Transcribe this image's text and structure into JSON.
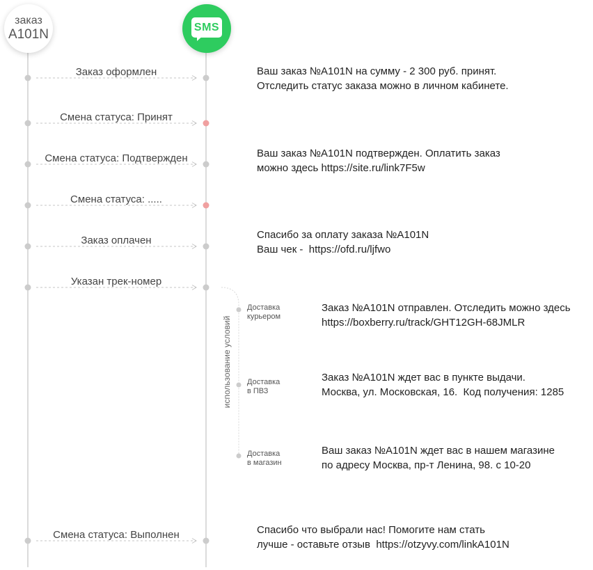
{
  "order_badge": {
    "line1": "заказ",
    "line2": "A101N"
  },
  "sms_badge": {
    "label": "SMS",
    "color": "#2ecc5f"
  },
  "events": [
    {
      "label": "Заказ оформлен",
      "dot_color": "#cccccc",
      "message": [
        "Ваш заказ №A101N на сумму - 2 300 руб. принят.",
        "Отследить статус заказа можно в личном кабинете."
      ]
    },
    {
      "label": "Смена статуса: Принят",
      "dot_color": "#f0a0a0",
      "message": []
    },
    {
      "label": "Смена статуса: Подтвержден",
      "dot_color": "#cccccc",
      "message": [
        "Ваш заказ №A101N подтвержден. Оплатить заказ",
        "можно здесь https://site.ru/link7F5w"
      ]
    },
    {
      "label": "Смена статуса: .....",
      "dot_color": "#f0a0a0",
      "message": []
    },
    {
      "label": "Заказ оплачен",
      "dot_color": "#cccccc",
      "message": [
        "Спасибо за оплату заказа №A101N",
        "Ваш чек -  https://ofd.ru/ljfwo"
      ]
    },
    {
      "label": "Указан трек-номер",
      "dot_color": "#cccccc",
      "message": []
    },
    {
      "label": "Смена статуса: Выполнен",
      "dot_color": "#cccccc",
      "message": [
        "Спасибо что выбрали нас! Помогите нам стать",
        "лучше - оставьте отзыв  https://otzyvy.com/linkA101N"
      ]
    }
  ],
  "conditions_label": "использование условий",
  "branches": [
    {
      "label": [
        "Доставка",
        "курьером"
      ],
      "message": [
        "Заказ №A101N отправлен. Отследить можно здесь",
        "https://boxberry.ru/track/GHT12GH-68JMLR"
      ]
    },
    {
      "label": [
        "Доставка",
        "в ПВЗ"
      ],
      "message": [
        "Заказ №A101N ждет вас в пункте выдачи.",
        "Москва, ул. Московская, 16.  Код получения: 1285"
      ]
    },
    {
      "label": [
        "Доставка",
        "в магазин"
      ],
      "message": [
        "Ваш заказ №A101N ждет вас в нашем магазине",
        "по адресу Москва, пр-т Ленина, 98. с 10-20"
      ]
    }
  ]
}
